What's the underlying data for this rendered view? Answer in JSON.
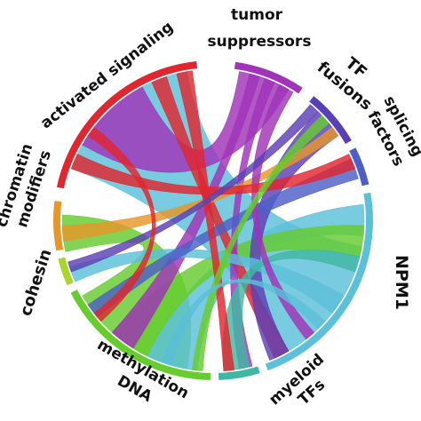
{
  "diagram": {
    "segments": [
      {
        "key": "tumor",
        "label_lines": [
          "tumor",
          "suppressors"
        ],
        "color": "#a033b8"
      },
      {
        "key": "tf",
        "label_lines": [
          "TF",
          "fusions"
        ],
        "color": "#5b3fb5"
      },
      {
        "key": "splicing",
        "label_lines": [
          "splicing",
          "factors"
        ],
        "color": "#4d5fc6"
      },
      {
        "key": "npm1",
        "label_lines": [
          "NPM1"
        ],
        "color": "#5bc0d8"
      },
      {
        "key": "myeloid",
        "label_lines": [
          "myeloid",
          "TFs"
        ],
        "color": "#3fb7a2"
      },
      {
        "key": "dna",
        "label_lines": [
          "DNA",
          "methylation"
        ],
        "color": "#67cc2e"
      },
      {
        "key": "cohesin",
        "label_lines": [
          "cohesin"
        ],
        "color": "#a8d62c"
      },
      {
        "key": "chromatin",
        "label_lines": [
          "chromatin",
          "modifiers"
        ],
        "color": "#e7962a"
      },
      {
        "key": "activated",
        "label_lines": [
          "activated signaling"
        ],
        "color": "#e0262e"
      }
    ]
  }
}
